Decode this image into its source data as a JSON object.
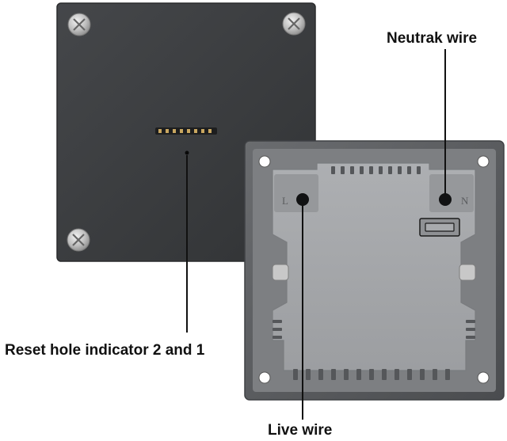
{
  "image": {
    "description": "Product photo of a smart wall switch module: dark square front panel behind, grey rear housing in front, with three callouts",
    "labels": {
      "neutral_wire": "Neutrak wire",
      "reset_hole": "Reset hole indicator 2 and 1",
      "live_wire": "Live wire"
    },
    "terminal_marks": {
      "left": "L",
      "right": "N"
    },
    "colors": {
      "front_panel": "#3b3d40",
      "rear_frame": "#56585b",
      "rear_housing": "#a3a5a8",
      "leader_line": "#111111"
    }
  }
}
